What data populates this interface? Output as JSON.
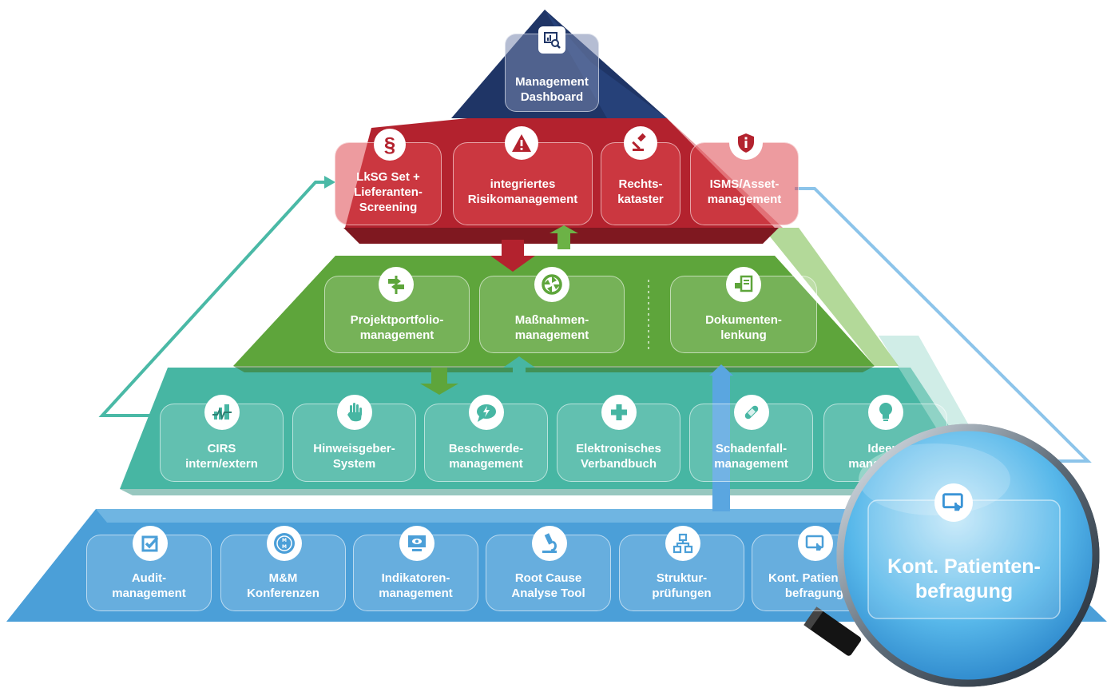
{
  "top": {
    "title": "Management\nDashboard",
    "icon": "dashboard-analytics-icon"
  },
  "red_tier": [
    {
      "id": "lksg",
      "label": "LkSG Set +\nLieferanten-\nScreening",
      "icon": "paragraph-icon"
    },
    {
      "id": "risk",
      "label": "integriertes\nRisikomanagement",
      "icon": "warning-icon"
    },
    {
      "id": "legal",
      "label": "Rechts-\nkataster",
      "icon": "gavel-icon"
    },
    {
      "id": "isms",
      "label": "ISMS/Asset-\nmanagement",
      "icon": "shield-info-icon"
    }
  ],
  "green_tier": [
    {
      "id": "ppm",
      "label": "Projektportfolio-\nmanagement",
      "icon": "signpost-icon"
    },
    {
      "id": "measures",
      "label": "Maßnahmen-\nmanagement",
      "icon": "cycle-icon"
    },
    {
      "id": "docs",
      "label": "Dokumenten-\nlenkung",
      "icon": "document-hand-icon"
    }
  ],
  "teal_tier": [
    {
      "id": "cirs",
      "label": "CIRS\nintern/extern",
      "icon": "cirs-chart-icon"
    },
    {
      "id": "whistle",
      "label": "Hinweisgeber-\nSystem",
      "icon": "hand-icon"
    },
    {
      "id": "complaint",
      "label": "Beschwerde-\nmanagement",
      "icon": "speech-bubble-icon"
    },
    {
      "id": "firstaid",
      "label": "Elektronisches\nVerbandbuch",
      "icon": "cross-icon"
    },
    {
      "id": "damage",
      "label": "Schadenfall-\nmanagement",
      "icon": "bandage-icon"
    },
    {
      "id": "ideas",
      "label": "Ideen-\nmanagement",
      "icon": "lightbulb-icon"
    }
  ],
  "blue_tier": [
    {
      "id": "audit",
      "label": "Audit-\nmanagement",
      "icon": "checkbox-icon"
    },
    {
      "id": "mm",
      "label": "M&M\nKonferenzen",
      "icon": "mm-conference-icon"
    },
    {
      "id": "indicators",
      "label": "Indikatoren-\nmanagement",
      "icon": "monitor-eye-icon"
    },
    {
      "id": "rca",
      "label": "Root Cause\nAnalyse Tool",
      "icon": "microscope-icon"
    },
    {
      "id": "structure",
      "label": "Struktur-\nprüfungen",
      "icon": "hierarchy-icon"
    },
    {
      "id": "survey",
      "label": "Kont. Patienten-\nbefragung",
      "icon": "tablet-touch-icon"
    }
  ],
  "magnifier": {
    "label": "Kont. Patienten-\nbefragung",
    "icon": "tablet-touch-icon"
  },
  "colors": {
    "navy": "#1f3566",
    "red": "#b3222e",
    "green": "#5ea53b",
    "teal": "#47b6a3",
    "blue": "#4b9fd8",
    "teal_line": "#4ab9a6",
    "blue_line": "#8cc4ea"
  }
}
